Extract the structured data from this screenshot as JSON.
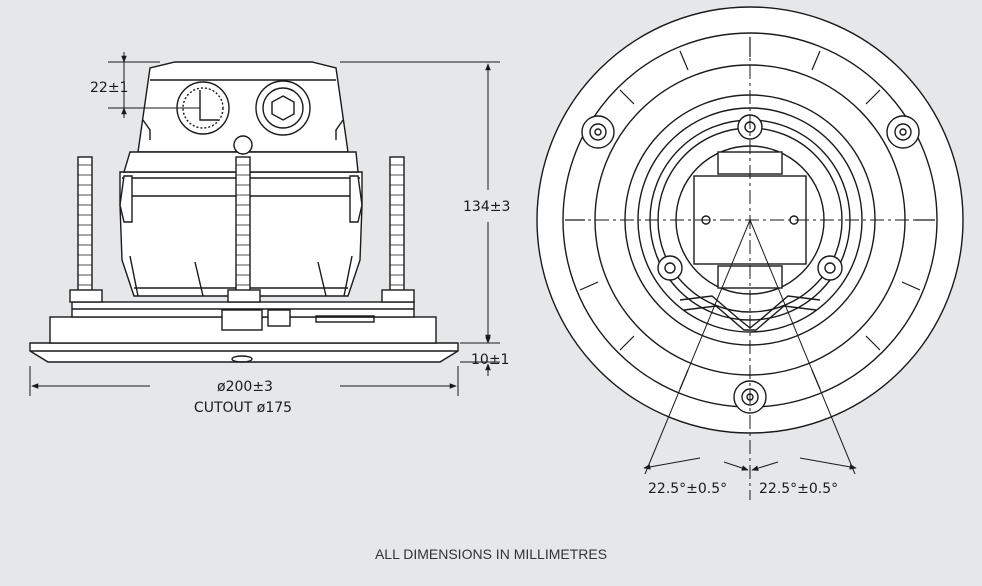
{
  "dimensions": {
    "top_offset": "22±1",
    "height": "134±3",
    "flange": "10±1",
    "diameter": "ø200±3",
    "cutout": "CUTOUT  ø175",
    "angle_left": "22.5°±0.5°",
    "angle_right": "22.5°±0.5°"
  },
  "footer": "ALL DIMENSIONS IN MILLIMETRES",
  "colors": {
    "background": "#e6e7e8",
    "line": "#1a1a1a"
  }
}
